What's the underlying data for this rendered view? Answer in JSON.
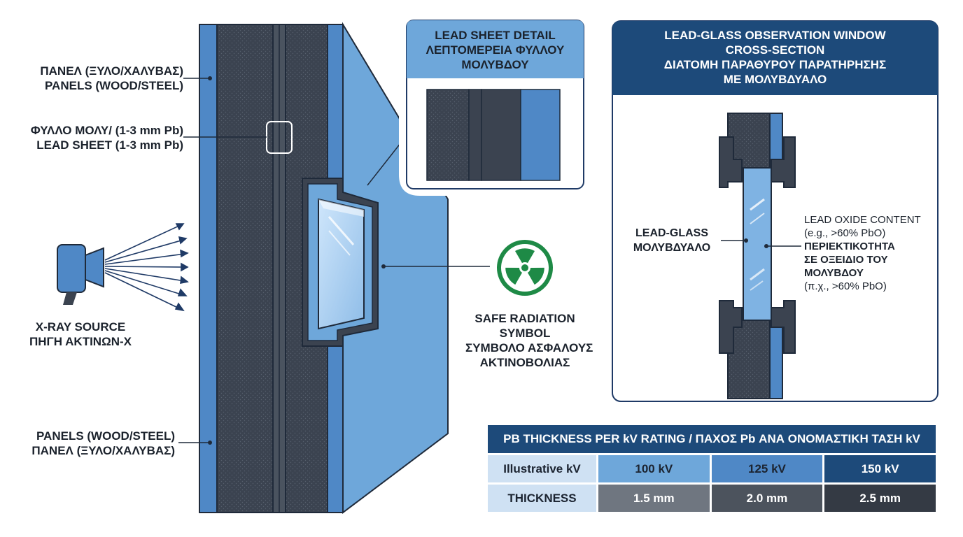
{
  "labels": {
    "panels_top": [
      "ΠΑΝΕΛ (ΞΥΛΟ/ΧΑΛΥΒΑΣ)",
      "PANELS (WOOD/STEEL)"
    ],
    "lead_sheet": [
      "ΦΥΛΛΟ ΜΟΛΥ/ (1-3 mm Pb)",
      "LEAD SHEET (1-3 mm Pb)"
    ],
    "xray_source": [
      "X-RAY SOURCE",
      "ΠΗΓΗ ΑΚΤΙΝΩΝ-Χ"
    ],
    "panels_bottom": [
      "PANELS (WOOD/STEEL)",
      "ΠΑΝΕΛ (ΞΥΛΟ/ΧΑΛΥΒΑΣ)"
    ],
    "safe_symbol": [
      "SAFE RADIATION",
      "SYMBOL",
      "ΣΥΜΒΟΛΟ ΑΣΦΑΛΟΥΣ",
      "ΑΚΤΙΝΟΒΟΛΙΑΣ"
    ]
  },
  "detail": {
    "title": [
      "LEAD SHEET DETAIL",
      "ΛΕΠΤΟΜΕΡΕΙΑ ΦΥΛΛΟΥ",
      "ΜΟΛΥΒΔΟΥ"
    ]
  },
  "window": {
    "title": [
      "LEAD-GLASS OBSERVATION WINDOW",
      "CROSS-SECTION",
      "ΔΙΑΤΟΜΗ ΠΑΡΑΘΥΡΟΥ ΠΑΡΑΤΗΡΗΣΗΣ",
      "ΜΕ ΜΟΛΥΒΔΥΑΛΟ"
    ],
    "glass_label": [
      "LEAD-GLASS",
      "ΜΟΛΥΒΔΥΑΛΟ"
    ],
    "oxide_en": [
      "LEAD OXIDE CONTENT",
      "(e.g., >60% PbO)"
    ],
    "oxide_gr": [
      "ΠΕΡΙΕΚΤΙΚΟΤΗΤΑ",
      "ΣΕ ΟΞΕΙΔΙΟ ΤΟΥ",
      "ΜΟΛΥΒΔΟΥ"
    ],
    "oxide_gr_note": "(π.χ., >60% PbO)"
  },
  "table": {
    "title": "PB THICKNESS PER kV RATING / ΠΑΧΟΣ Pb ΑΝΑ ΟΝΟΜΑΣΤΙΚΗ ΤΑΣΗ kV",
    "row_labels": [
      "Illustrative kV",
      "THICKNESS"
    ],
    "kv": [
      "100 kV",
      "125 kV",
      "150 kV"
    ],
    "thickness": [
      "1.5 mm",
      "2.0 mm",
      "2.5 mm"
    ]
  },
  "colors": {
    "panel_blue": "#4f88c6",
    "core_dark": "#3a4350",
    "header_navy": "#1d4a7a",
    "radiation_green": "#1e8a46"
  },
  "icons": [
    "xray-source-icon",
    "radiation-trefoil-icon"
  ]
}
